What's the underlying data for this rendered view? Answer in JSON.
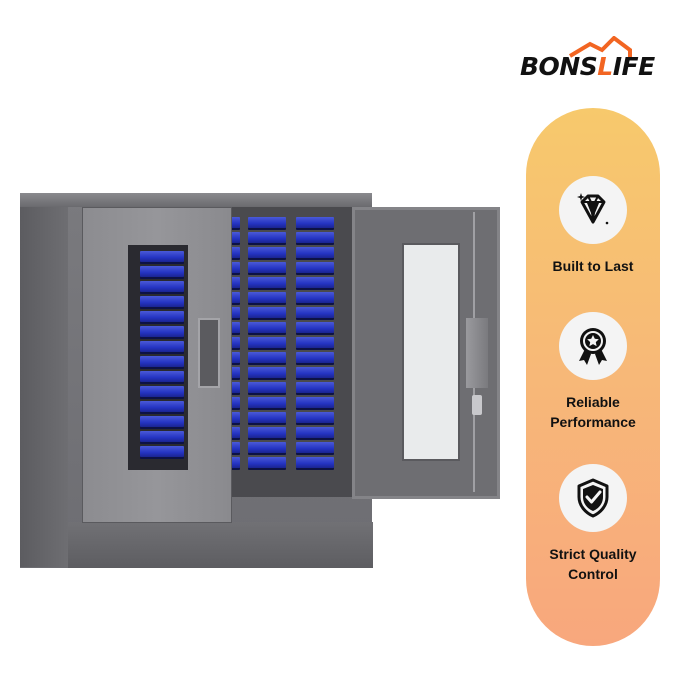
{
  "brand": {
    "name_left": "BONS",
    "name_right": "LIFE",
    "logo_mark": "house-roof-icon",
    "accent_color": "#f26522",
    "text_color": "#111111"
  },
  "product": {
    "image_alt": "Grey steel storage cabinet with blue bins, right door open",
    "bin_color": "#2433c2",
    "cabinet_color": "#6e6e72"
  },
  "features_panel": {
    "gradient_top": "#f7c96c",
    "gradient_bottom": "#f8a77d",
    "items": [
      {
        "icon": "diamond-icon",
        "label": "Built to Last"
      },
      {
        "icon": "award-ribbon-icon",
        "label": "Reliable Performance"
      },
      {
        "icon": "shield-check-icon",
        "label": "Strict Quality Control"
      }
    ]
  }
}
